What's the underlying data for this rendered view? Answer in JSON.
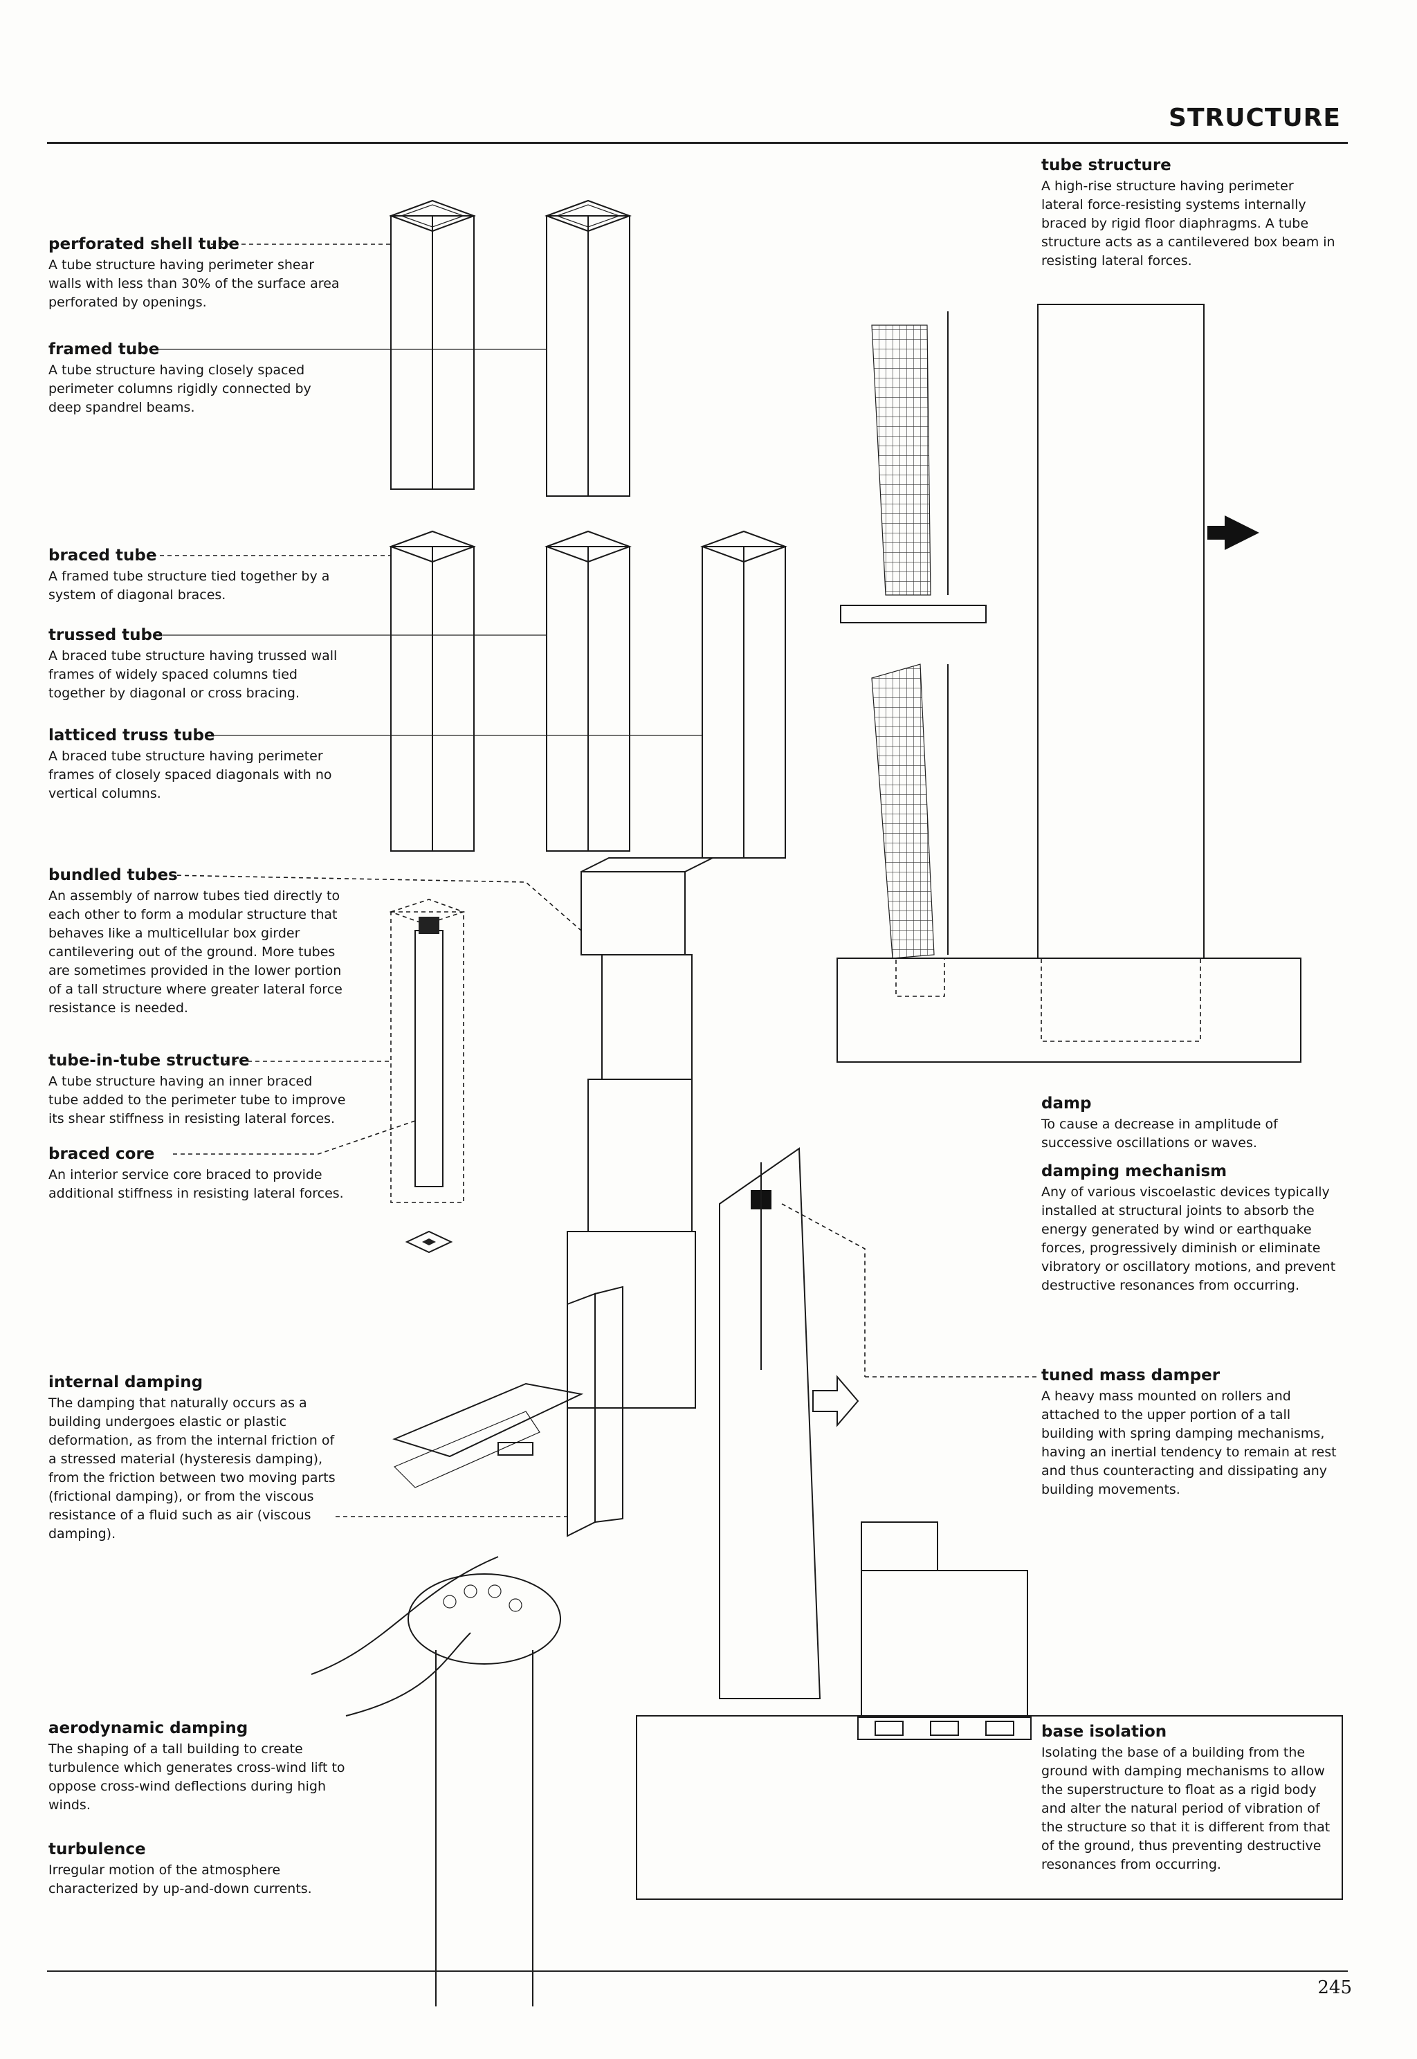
{
  "header": {
    "section_title": "STRUCTURE",
    "page_number": "245"
  },
  "entries": {
    "tube_structure": {
      "term": "tube structure",
      "definition": "A high-rise structure having perimeter lateral force-resisting systems internally braced by rigid floor diaphragms. A tube structure acts as a cantilevered box beam in resisting lateral forces."
    },
    "perforated_shell_tube": {
      "term": "perforated shell tube",
      "definition": "A tube structure having perimeter shear walls with less than 30% of the surface area perforated by openings."
    },
    "framed_tube": {
      "term": "framed tube",
      "definition": "A tube structure having closely spaced perimeter columns rigidly connected by deep spandrel beams."
    },
    "braced_tube": {
      "term": "braced tube",
      "definition": "A framed tube structure tied together by a system of diagonal braces."
    },
    "trussed_tube": {
      "term": "trussed tube",
      "definition": "A braced tube structure having trussed wall frames of widely spaced columns tied together by diagonal or cross bracing."
    },
    "latticed_truss_tube": {
      "term": "latticed truss tube",
      "definition": "A braced tube structure having perimeter frames of closely spaced diagonals with no vertical columns."
    },
    "bundled_tubes": {
      "term": "bundled tubes",
      "definition": "An assembly of narrow tubes tied directly to each other to form a modular structure that behaves like a multicellular box girder cantilevering out of the ground. More tubes are sometimes provided in the lower portion of a tall structure where greater lateral force resistance is needed."
    },
    "tube_in_tube_structure": {
      "term": "tube-in-tube structure",
      "definition": "A tube structure having an inner braced tube added to the perimeter tube to improve its shear stiffness in resisting lateral forces."
    },
    "braced_core": {
      "term": "braced core",
      "definition": "An interior service core braced to provide additional stiffness in resisting lateral forces."
    },
    "damp": {
      "term": "damp",
      "definition": "To cause a decrease in amplitude of successive oscillations or waves."
    },
    "damping_mechanism": {
      "term": "damping mechanism",
      "definition": "Any of various viscoelastic devices typically installed at structural joints to absorb the energy generated by wind or earthquake forces, progressively diminish or eliminate vibratory or oscillatory motions, and prevent destructive resonances from occurring."
    },
    "tuned_mass_damper": {
      "term": "tuned mass damper",
      "definition": "A heavy mass mounted on rollers and attached to the upper portion of a tall building with spring damping mechanisms, having an inertial tendency to remain at rest and thus counteracting and dissipating any building movements."
    },
    "internal_damping": {
      "term": "internal damping",
      "definition": "The damping that naturally occurs as a building undergoes elastic or plastic deformation, as from the internal friction of a stressed material (hysteresis damping), from the friction between two moving parts (frictional damping), or from the viscous resistance of a fluid such as air (viscous damping)."
    },
    "aerodynamic_damping": {
      "term": "aerodynamic damping",
      "definition": "The shaping of a tall building to create turbulence which generates cross-wind lift to oppose cross-wind deflections during high winds."
    },
    "turbulence": {
      "term": "turbulence",
      "definition": "Irregular motion of the atmosphere characterized by up-and-down currents."
    },
    "base_isolation": {
      "term": "base isolation",
      "definition": "Isolating the base of a building from the ground with damping mechanisms to allow the superstructure to float as a rigid body and alter the natural period of vibration of the structure so that it is different from that of the ground, thus preventing destructive resonances from occurring."
    }
  }
}
